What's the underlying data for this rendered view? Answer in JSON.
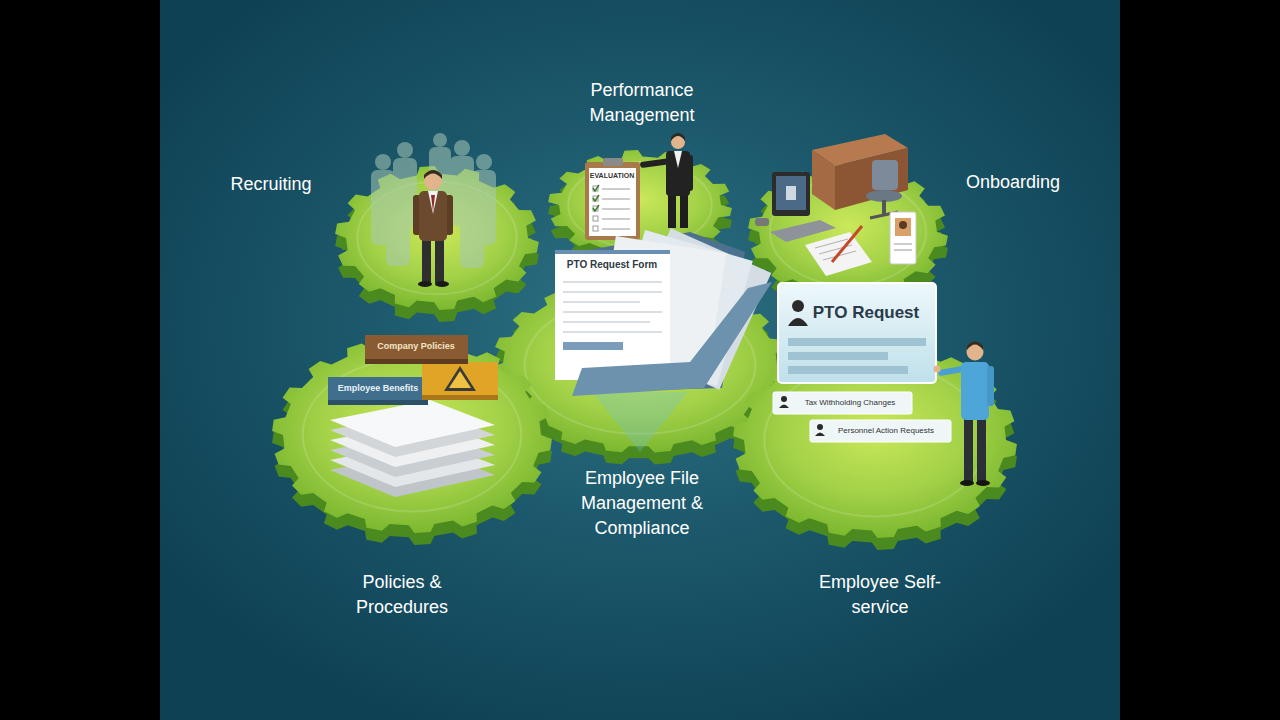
{
  "diagram": {
    "nodes": [
      {
        "text": [
          "Recruiting"
        ]
      },
      {
        "text": [
          "Performance Management"
        ]
      },
      {
        "text": [
          "Onboarding"
        ]
      },
      {
        "text": [
          "Employee File Management & Compliance"
        ]
      },
      {
        "text": [
          "Policies & Procedures"
        ]
      },
      {
        "text": [
          "Employee Self-service"
        ]
      }
    ],
    "labels": [
      "EVALUATION",
      "PTO Request Form",
      "PTO Request",
      "Tax Withholding Changes",
      "Personnel Action Requests",
      "Company Policies",
      "Employee Benefits"
    ]
  }
}
